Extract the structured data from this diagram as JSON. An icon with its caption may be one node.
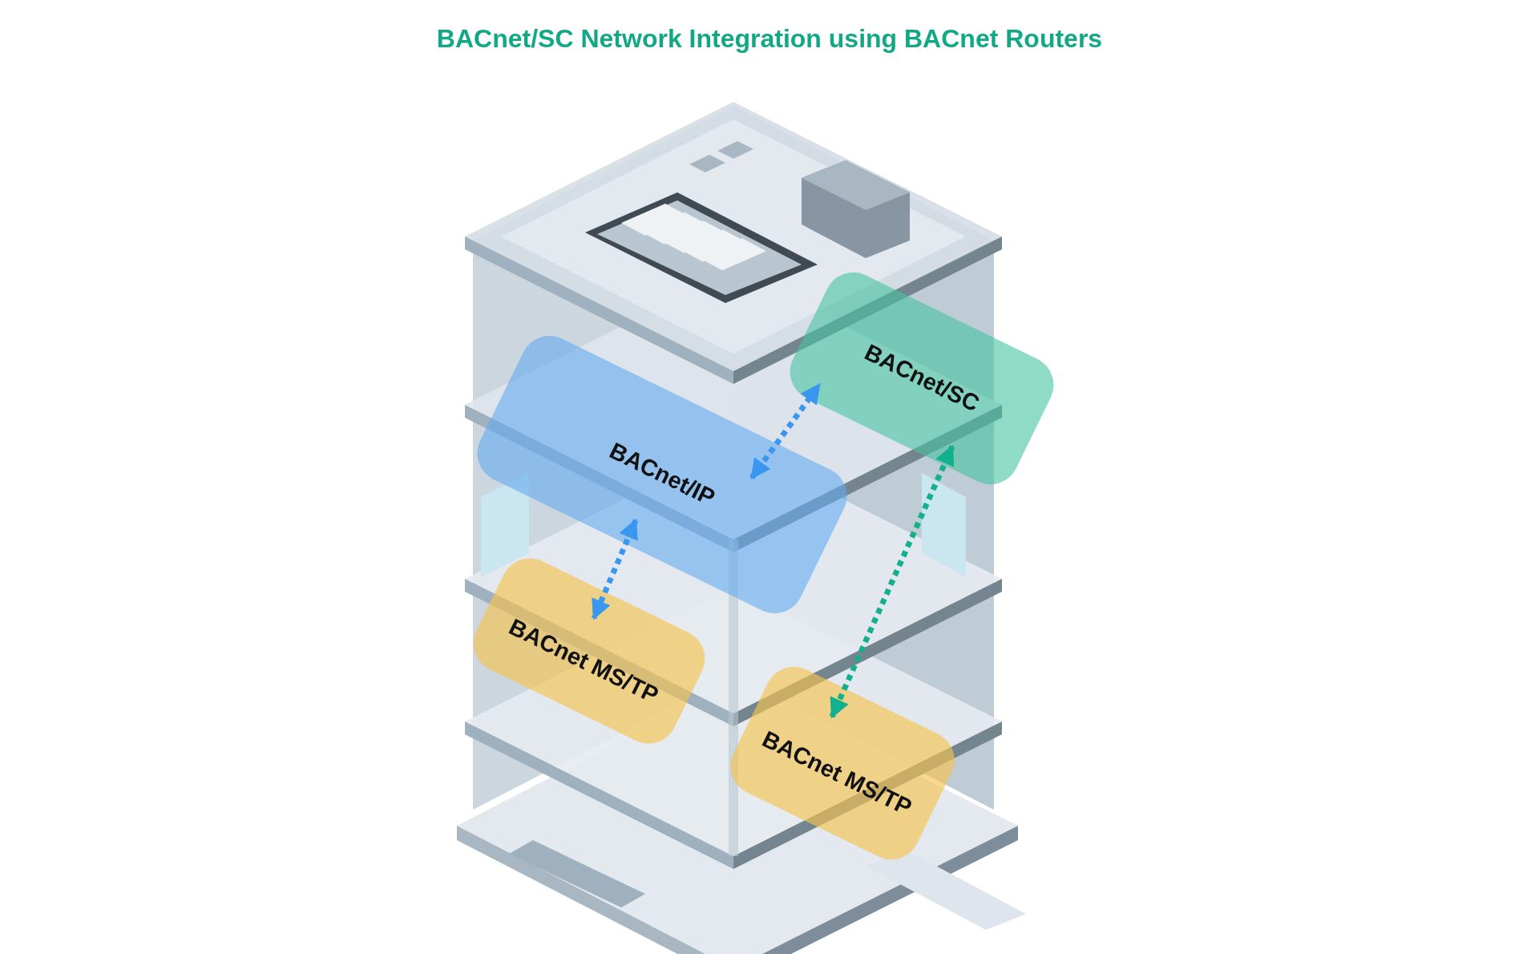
{
  "diagram": {
    "title": "BACnet/SC Network Integration using BACnet Routers",
    "nodes": [
      {
        "text": [
          "BACnet/IP"
        ]
      },
      {
        "text": [
          "BACnet/SC"
        ]
      },
      {
        "text": [
          "BACnet MS/TP"
        ]
      },
      {
        "text": [
          "BACnet MS/TP"
        ]
      }
    ],
    "edges": [
      {
        "from": 0,
        "to": 1,
        "arrow": "both",
        "style": "dashed"
      },
      {
        "from": 0,
        "to": 2,
        "arrow": "both",
        "style": "dashed"
      },
      {
        "from": 1,
        "to": 3,
        "arrow": "both",
        "style": "dashed",
        "color": "#12b08c"
      }
    ]
  }
}
